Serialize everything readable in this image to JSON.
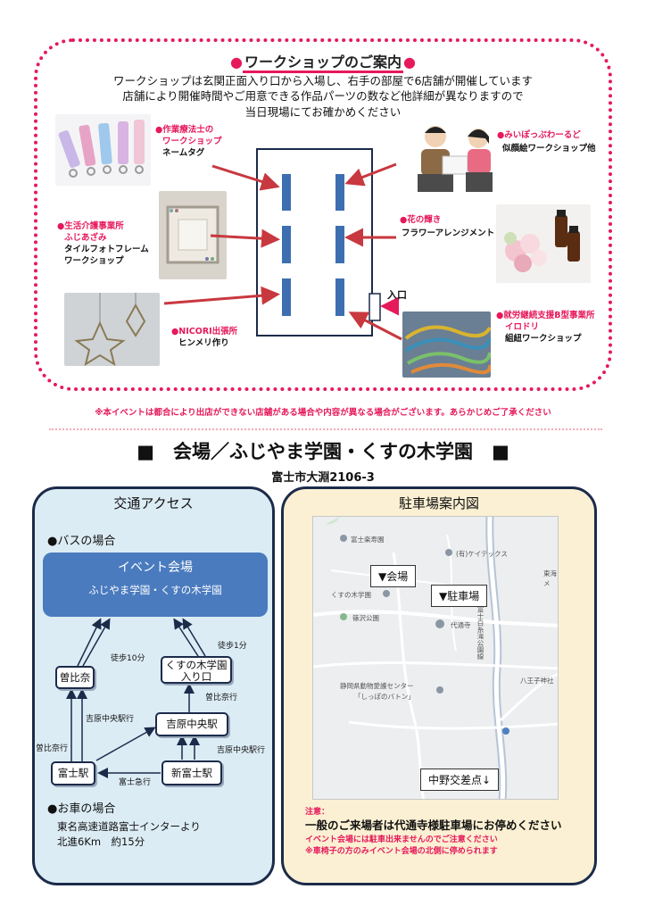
{
  "workshop": {
    "title": "ワークショップのご案内",
    "intro": [
      "ワークショップは玄関正面入り口から入場し、右手の部屋で6店舗が開催しています",
      "店舗により開催時間やご用意できる作品パーツの数など他詳細が異なりますので",
      "当日現場にてお確かめください"
    ],
    "entrance_label": "入口",
    "shops_left": [
      {
        "org": [
          "●作業療法士の",
          "ワークショップ"
        ],
        "desc": [
          "ネームタグ"
        ]
      },
      {
        "org": [
          "●生活介護事業所",
          "ふじあざみ"
        ],
        "desc": [
          "タイルフォトフレーム",
          "ワークショップ"
        ]
      },
      {
        "org": [
          "●NICORI出張所"
        ],
        "desc": [
          "ヒンメリ作り"
        ]
      }
    ],
    "shops_right": [
      {
        "org": [
          "●みいぽっぷわーるど"
        ],
        "desc": [
          "似顔絵ワークショップ他"
        ]
      },
      {
        "org": [
          "●花の輝き"
        ],
        "desc": [
          "フラワーアレンジメント"
        ]
      },
      {
        "org": [
          "●就労継続支援B型事業所",
          "イロドリ"
        ],
        "desc": [
          "組紐ワークショップ"
        ]
      }
    ]
  },
  "notice": "※本イベントは都合により出店ができない店舗がある場合や内容が異なる場合がございます。あらかじめご了承ください",
  "venue": {
    "title": "■　会場／ふじやま学園・くすの木学園　■",
    "address": "富士市大淵2106-3"
  },
  "access": {
    "title": "交通アクセス",
    "bus_heading": "●バスの場合",
    "event_title": "イベント会場",
    "event_sub": "ふじやま学園・くすの木学園",
    "nodes": {
      "sobina": "曽比奈",
      "kusunoki": [
        "くすの木学園",
        "入り口"
      ],
      "yoshiwara": "吉原中央駅",
      "fuji": "富士駅",
      "shinfuji": "新富士駅"
    },
    "labels": {
      "walk10": "徒歩10分",
      "walk1": "徒歩1分",
      "sobina_bound1": "曽比奈行",
      "sobina_bound2": "曽比奈行",
      "yoshiwara_bound1": "吉原中央駅行",
      "yoshiwara_bound2": "吉原中央駅行",
      "fuji_express": "富士急行"
    },
    "car_heading": "●お車の場合",
    "car_text": [
      "東名高速道路富士インターより",
      "北進6Km　約15分"
    ]
  },
  "parking": {
    "title": "駐車場案内図",
    "map_venue": "▼会場",
    "map_parking": "▼駐車場",
    "map_intersection": "中野交差点↓",
    "places": [
      "富士楽寿園",
      "(有)ケイテックス",
      "東海メ",
      "くすの木学園",
      "代通寺",
      "篠沢公園",
      "静岡県動物愛護センター",
      "「しっぽのバトン」",
      "八王子神社",
      "富士白糸滝公園線"
    ],
    "note_heading": "注意：",
    "note_main": "一般のご来場者は代通寺様駐車場にお停めください",
    "note_red": [
      "イベント会場には駐車出来ませんのでご注意ください",
      "※車椅子の方のみイベント会場の北側に停められます"
    ]
  },
  "colors": {
    "accent": "#e6195b",
    "navy": "#1c2b4a",
    "blue": "#4a7bbf",
    "blue_panel": "#dcecf5",
    "cream_panel": "#fbf0d3"
  }
}
